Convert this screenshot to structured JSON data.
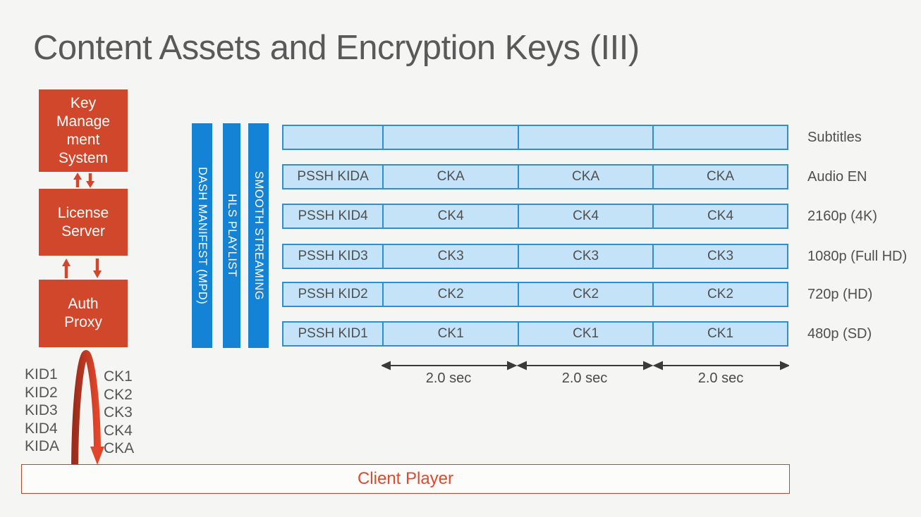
{
  "title": "Content Assets and Encryption Keys (III)",
  "colors": {
    "accent_red": "#d1472c",
    "accent_blue": "#1583d5",
    "cell_fill": "#c5e3f8",
    "cell_border": "#2b8fd0",
    "text_gray": "#595959"
  },
  "drm_chain": {
    "kms_label": "Key\nManage\nment\nSystem",
    "license_label": "License\nServer",
    "auth_label": "Auth\nProxy"
  },
  "keys": {
    "kid_list": "KID1\nKID2\nKID3\nKID4\nKIDA",
    "ck_list": "CK1\nCK2\nCK3\nCK4\nCKA"
  },
  "manifests": [
    "DASH MANIFEST (MPD)",
    "HLS PLAYLIST",
    "SMOOTH STREAMING"
  ],
  "segments": {
    "rows": [
      {
        "label": "Subtitles",
        "cells": [
          "",
          "",
          "",
          ""
        ]
      },
      {
        "label": "Audio EN",
        "cells": [
          "PSSH KIDA",
          "CKA",
          "CKA",
          "CKA"
        ]
      },
      {
        "label": "2160p (4K)",
        "cells": [
          "PSSH KID4",
          "CK4",
          "CK4",
          "CK4"
        ]
      },
      {
        "label": "1080p (Full HD)",
        "cells": [
          "PSSH KID3",
          "CK3",
          "CK3",
          "CK3"
        ]
      },
      {
        "label": "720p (HD)",
        "cells": [
          "PSSH KID2",
          "CK2",
          "CK2",
          "CK2"
        ]
      },
      {
        "label": "480p (SD)",
        "cells": [
          "PSSH KID1",
          "CK1",
          "CK1",
          "CK1"
        ]
      }
    ],
    "durations": [
      "2.0 sec",
      "2.0 sec",
      "2.0 sec"
    ]
  },
  "client_player": {
    "label": "Client Player"
  }
}
